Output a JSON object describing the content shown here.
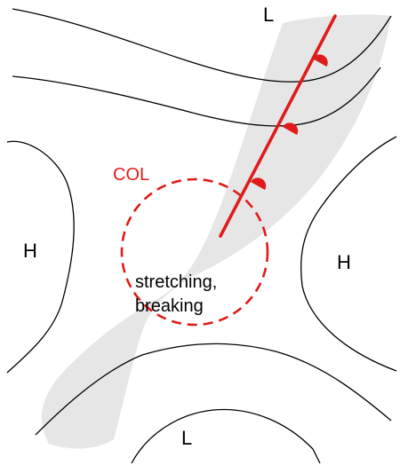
{
  "labels": {
    "low_top": "L",
    "low_bottom": "L",
    "high_left": "H",
    "high_right": "H",
    "col": "COL",
    "stretching": "stretching,",
    "breaking": "breaking"
  },
  "colors": {
    "background": "#ffffff",
    "isobar": "#000000",
    "front": "#e01b1b",
    "deformation_band": "#e6e6e6",
    "col_circle": "#e01b1b"
  },
  "icons": {
    "front_symbol": "warm-front-semicircle"
  }
}
